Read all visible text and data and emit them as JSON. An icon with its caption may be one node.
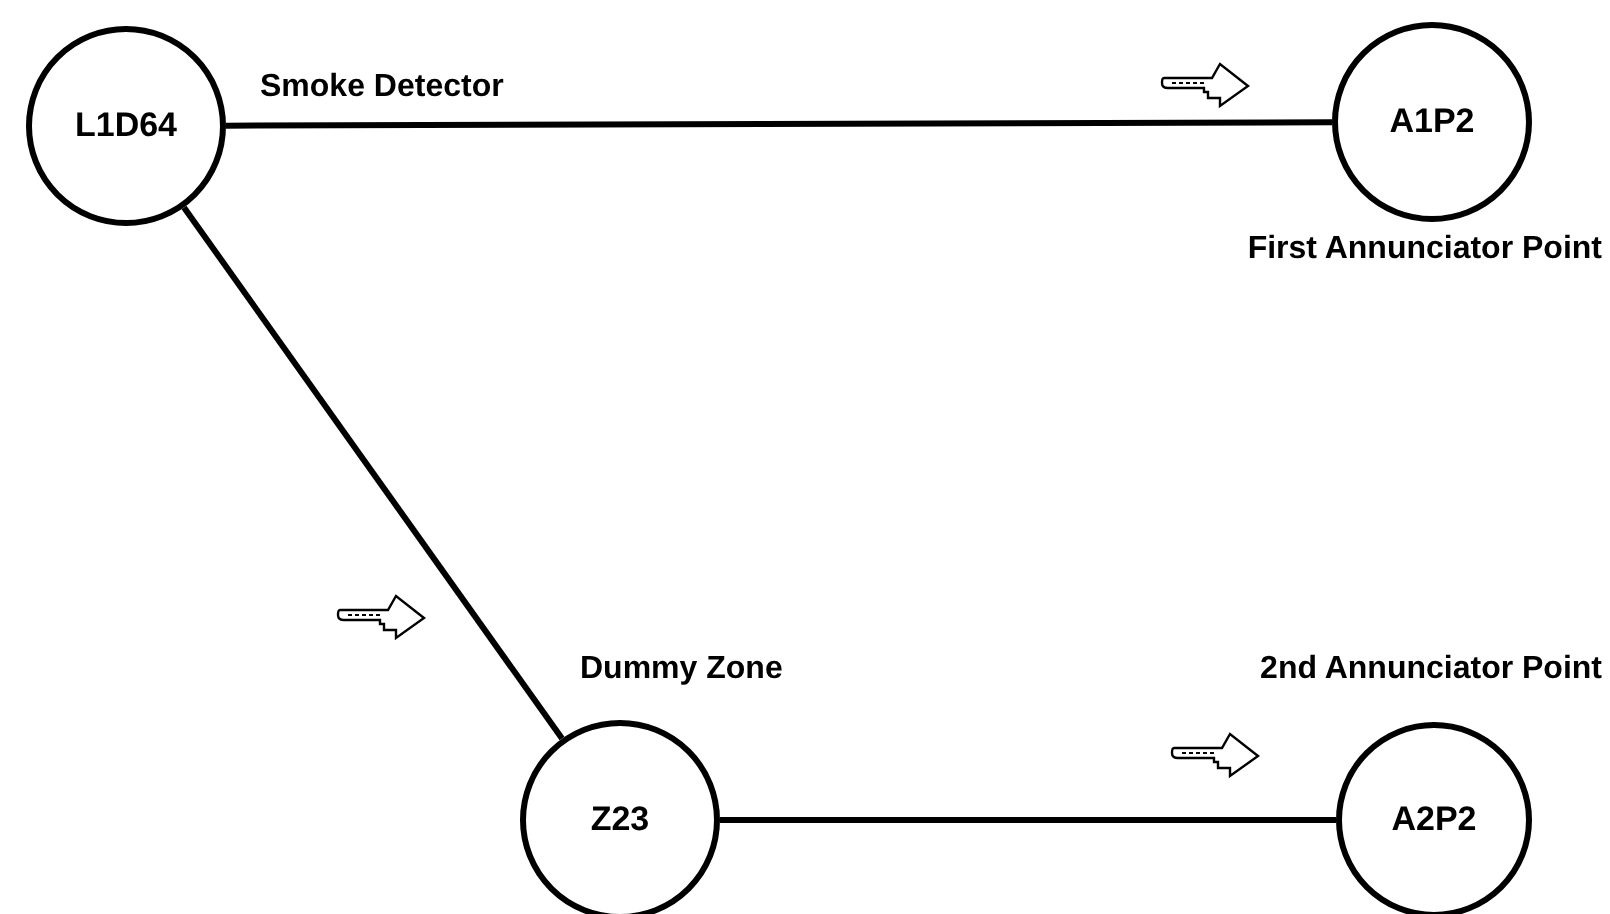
{
  "diagram": {
    "nodes": [
      {
        "text": [
          "L1D64"
        ],
        "beside": [
          "Smoke Detector"
        ]
      },
      {
        "text": [
          "A1P2"
        ],
        "beside": [
          "First Annunciator Point"
        ]
      },
      {
        "text": [
          "Z23"
        ],
        "beside": [
          "Dummy Zone"
        ]
      },
      {
        "text": [
          "A2P2"
        ],
        "beside": [
          "2nd Annunciator Point"
        ]
      }
    ],
    "edges": [
      {
        "from": 0,
        "to": 1,
        "arrow": "none"
      },
      {
        "from": 0,
        "to": 2,
        "arrow": "none"
      },
      {
        "from": 2,
        "to": 3,
        "arrow": "none"
      }
    ]
  }
}
